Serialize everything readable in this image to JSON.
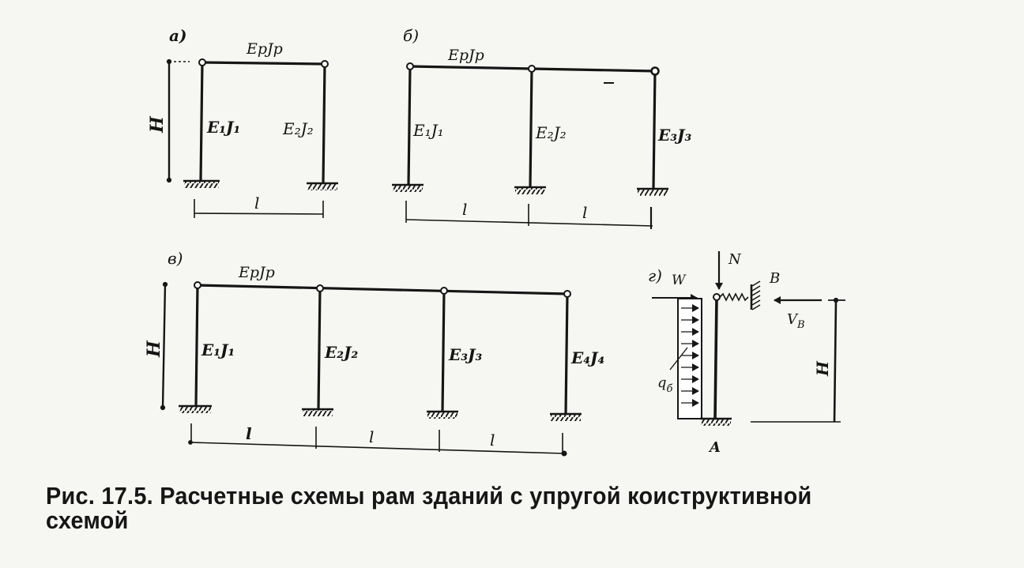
{
  "panels": {
    "a": {
      "tag": "а)",
      "beam": "EрJр",
      "columns": [
        "E₁J₁",
        "E₂J₂"
      ],
      "height": "H",
      "spans": [
        "l"
      ]
    },
    "b": {
      "tag": "б)",
      "beam": "EрJр",
      "columns": [
        "E₁J₁",
        "E₂J₂",
        "E₃J₃"
      ],
      "spans": [
        "l",
        "l"
      ]
    },
    "c": {
      "tag": "в)",
      "beam": "EрJр",
      "columns": [
        "E₁J₁",
        "E₂J₂",
        "E₃J₃",
        "E₄J₄"
      ],
      "height": "H",
      "spans": [
        "l",
        "l",
        "l"
      ]
    },
    "d": {
      "tag": "г)",
      "wind": "W",
      "load": "N",
      "support_top": "B",
      "reaction": "V",
      "reaction_sub": "B",
      "distributed": "q",
      "distributed_sub": "б",
      "base": "A",
      "height": "H"
    }
  },
  "caption": {
    "line1": "Рис. 17.5. Расчетные схемы   рам зданий   с упругой коиструктивной",
    "line2": "схемой"
  }
}
